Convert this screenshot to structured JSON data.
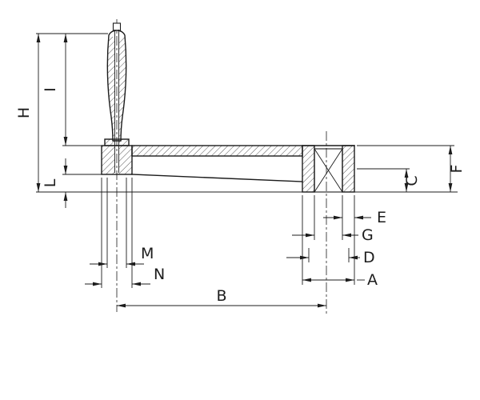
{
  "drawing": {
    "type": "technical-cross-section",
    "description_colors": {
      "background": "#ffffff",
      "line": "#1c1c1c",
      "hatch": "#444444"
    },
    "dimension_labels": {
      "H": "H",
      "I": "I",
      "L": "L",
      "M": "M",
      "N": "N",
      "B": "B",
      "C": "C",
      "F": "F",
      "E": "E",
      "G": "G",
      "D": "D",
      "A": "A"
    }
  }
}
